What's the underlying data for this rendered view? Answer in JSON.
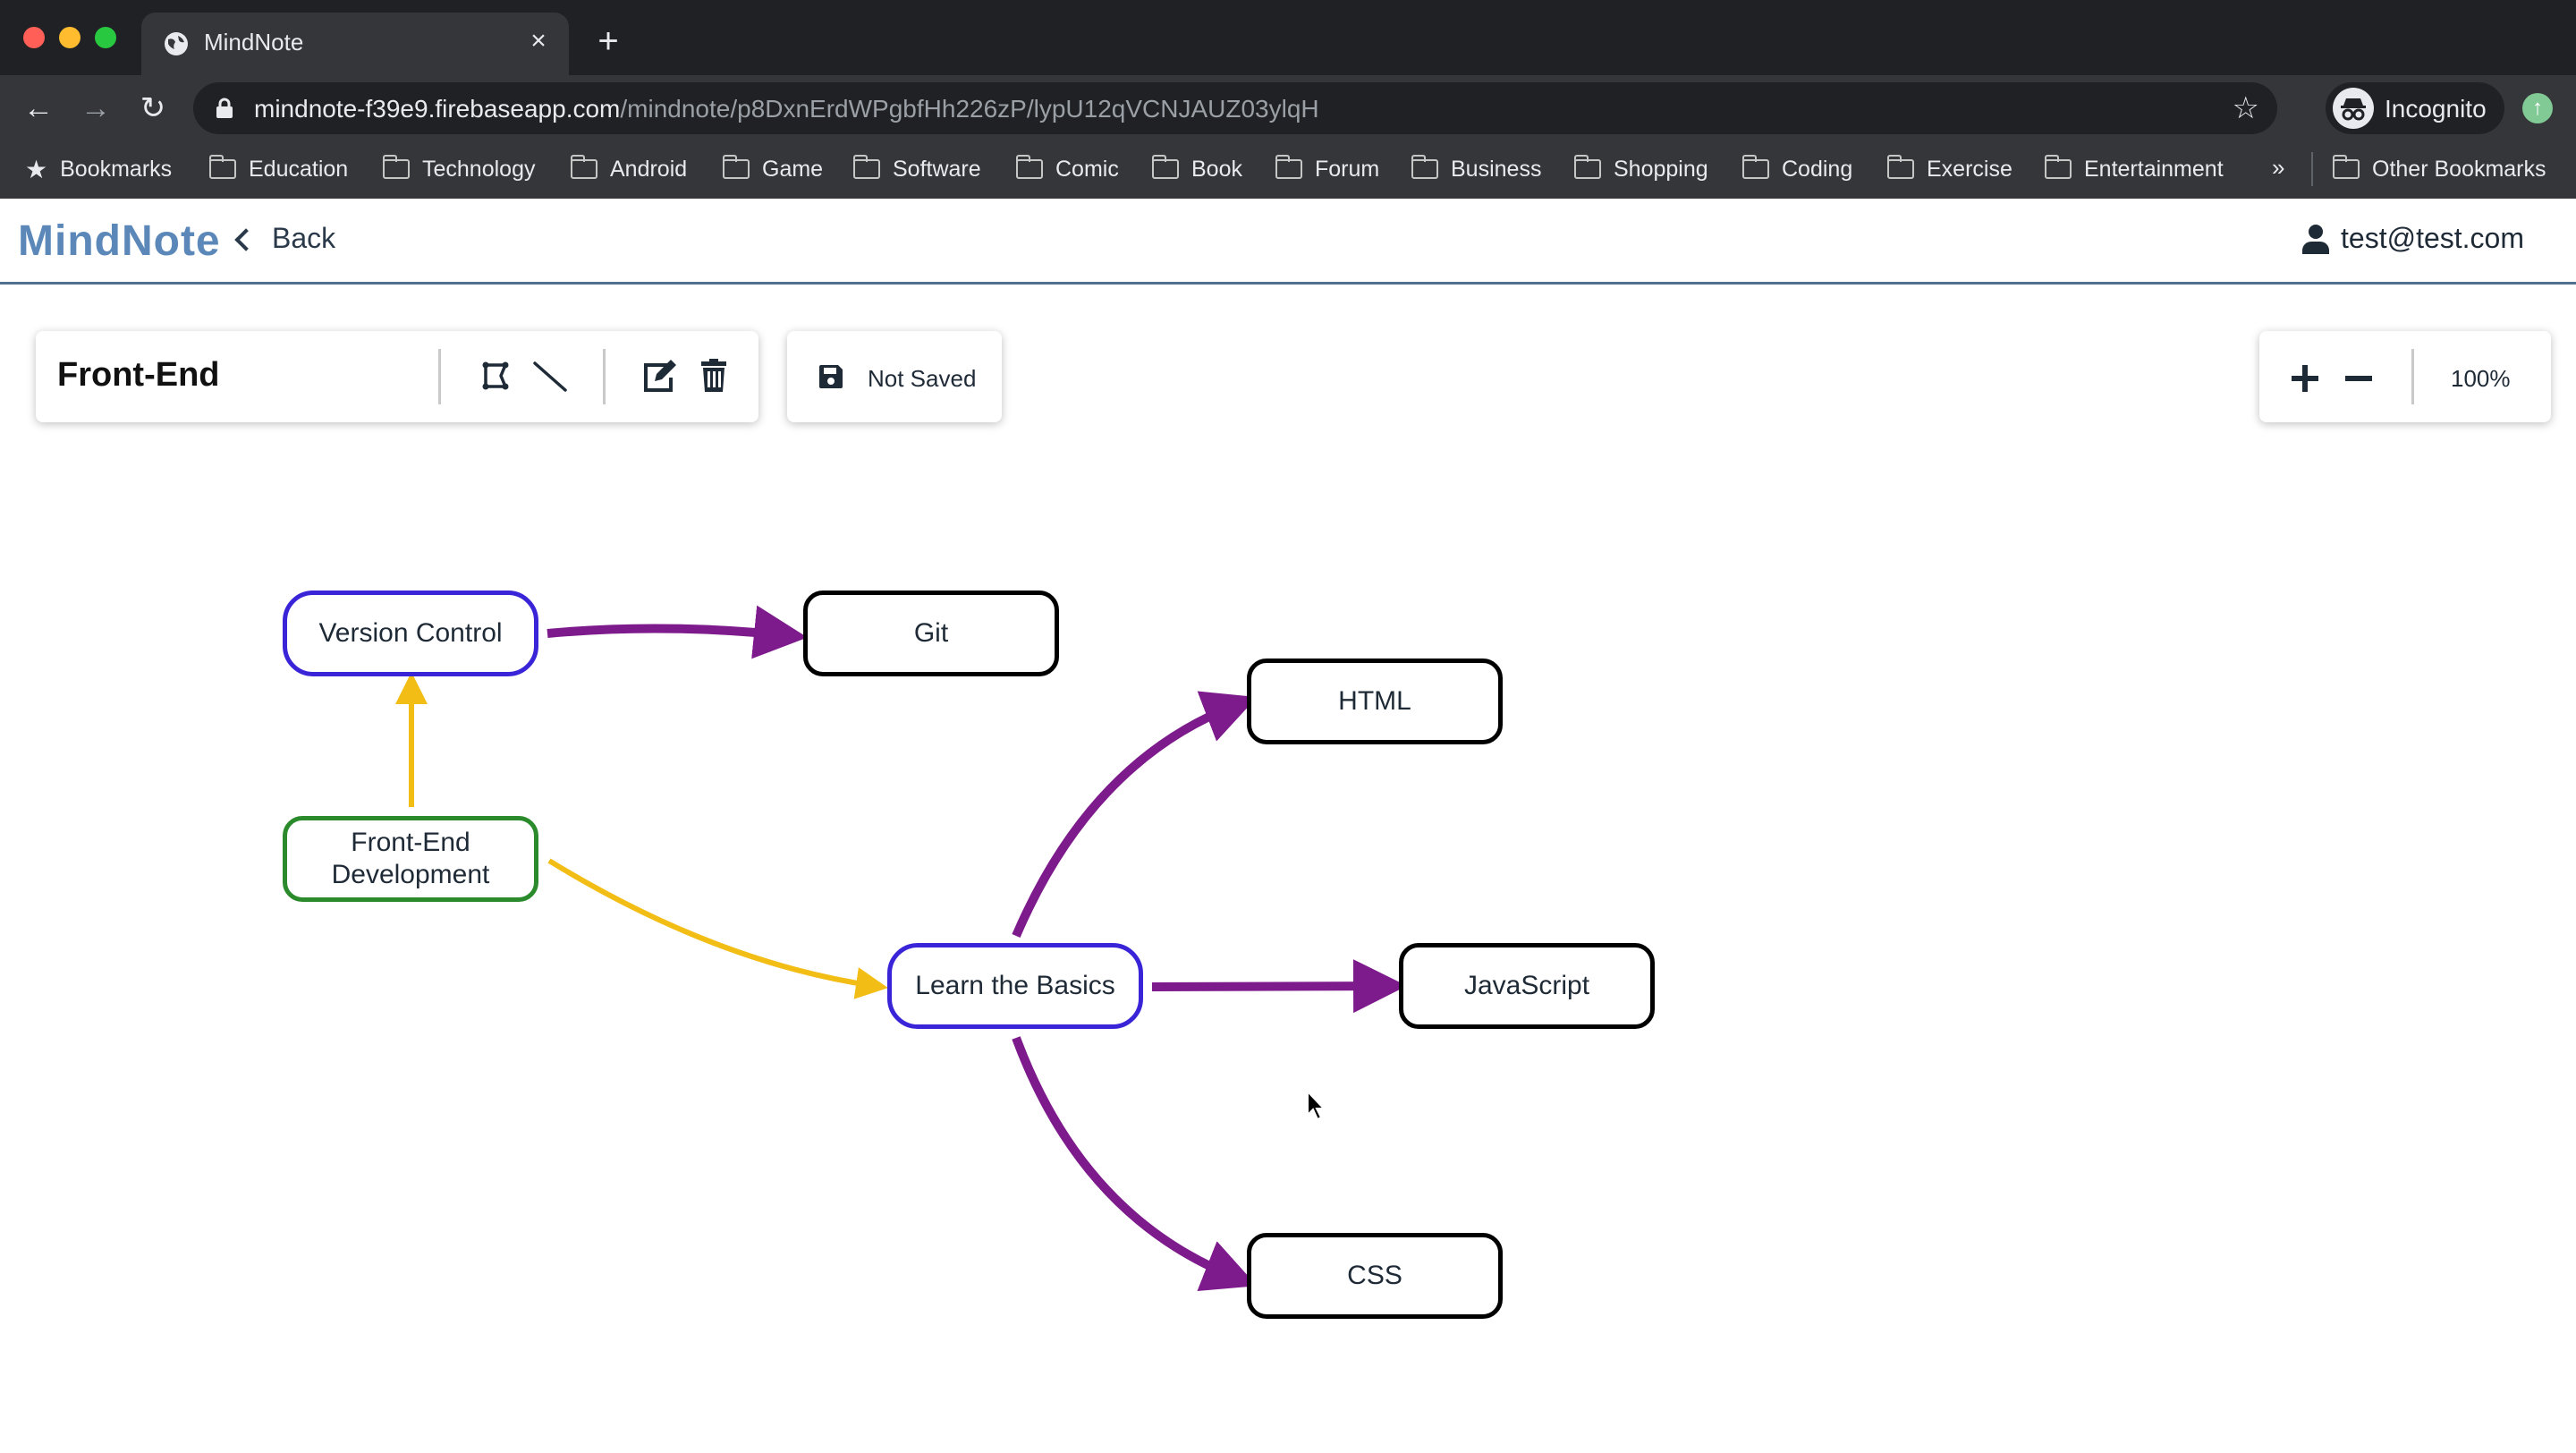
{
  "browser": {
    "tab_title": "MindNote",
    "url_host": "mindnote-f39e9.firebaseapp.com",
    "url_path": "/mindnote/p8DxnErdWPgbfHh226zP/lypU12qVCNJAUZ03ylqH",
    "profile_label": "Incognito",
    "bookmarks": [
      "Bookmarks",
      "Education",
      "Technology",
      "Android",
      "Game",
      "Software",
      "Comic",
      "Book",
      "Forum",
      "Business",
      "Shopping",
      "Coding",
      "Exercise",
      "Entertainment"
    ],
    "bookmarks_overflow": "»",
    "other_bookmarks": "Other Bookmarks"
  },
  "app": {
    "logo": "MindNote",
    "back_label": "Back",
    "user_email": "test@test.com"
  },
  "toolbar": {
    "doc_title": "Front-End",
    "save_status": "Not Saved",
    "zoom_level": "100%"
  },
  "mindmap": {
    "nodes": [
      {
        "id": "version-control",
        "label": "Version Control",
        "border": "#3a24d8"
      },
      {
        "id": "git",
        "label": "Git",
        "border": "#000000"
      },
      {
        "id": "html",
        "label": "HTML",
        "border": "#000000"
      },
      {
        "id": "front-end-dev",
        "label": "Front-End Development",
        "border": "#2b8a2b"
      },
      {
        "id": "learn-basics",
        "label": "Learn the Basics",
        "border": "#3a24d8"
      },
      {
        "id": "javascript",
        "label": "JavaScript",
        "border": "#000000"
      },
      {
        "id": "css",
        "label": "CSS",
        "border": "#000000"
      }
    ],
    "edges": [
      {
        "from": "front-end-dev",
        "to": "version-control",
        "color": "#f2bd14"
      },
      {
        "from": "version-control",
        "to": "git",
        "color": "#7d1a8c"
      },
      {
        "from": "front-end-dev",
        "to": "learn-basics",
        "color": "#f2bd14"
      },
      {
        "from": "learn-basics",
        "to": "html",
        "color": "#7d1a8c"
      },
      {
        "from": "learn-basics",
        "to": "javascript",
        "color": "#7d1a8c"
      },
      {
        "from": "learn-basics",
        "to": "css",
        "color": "#7d1a8c"
      }
    ]
  }
}
